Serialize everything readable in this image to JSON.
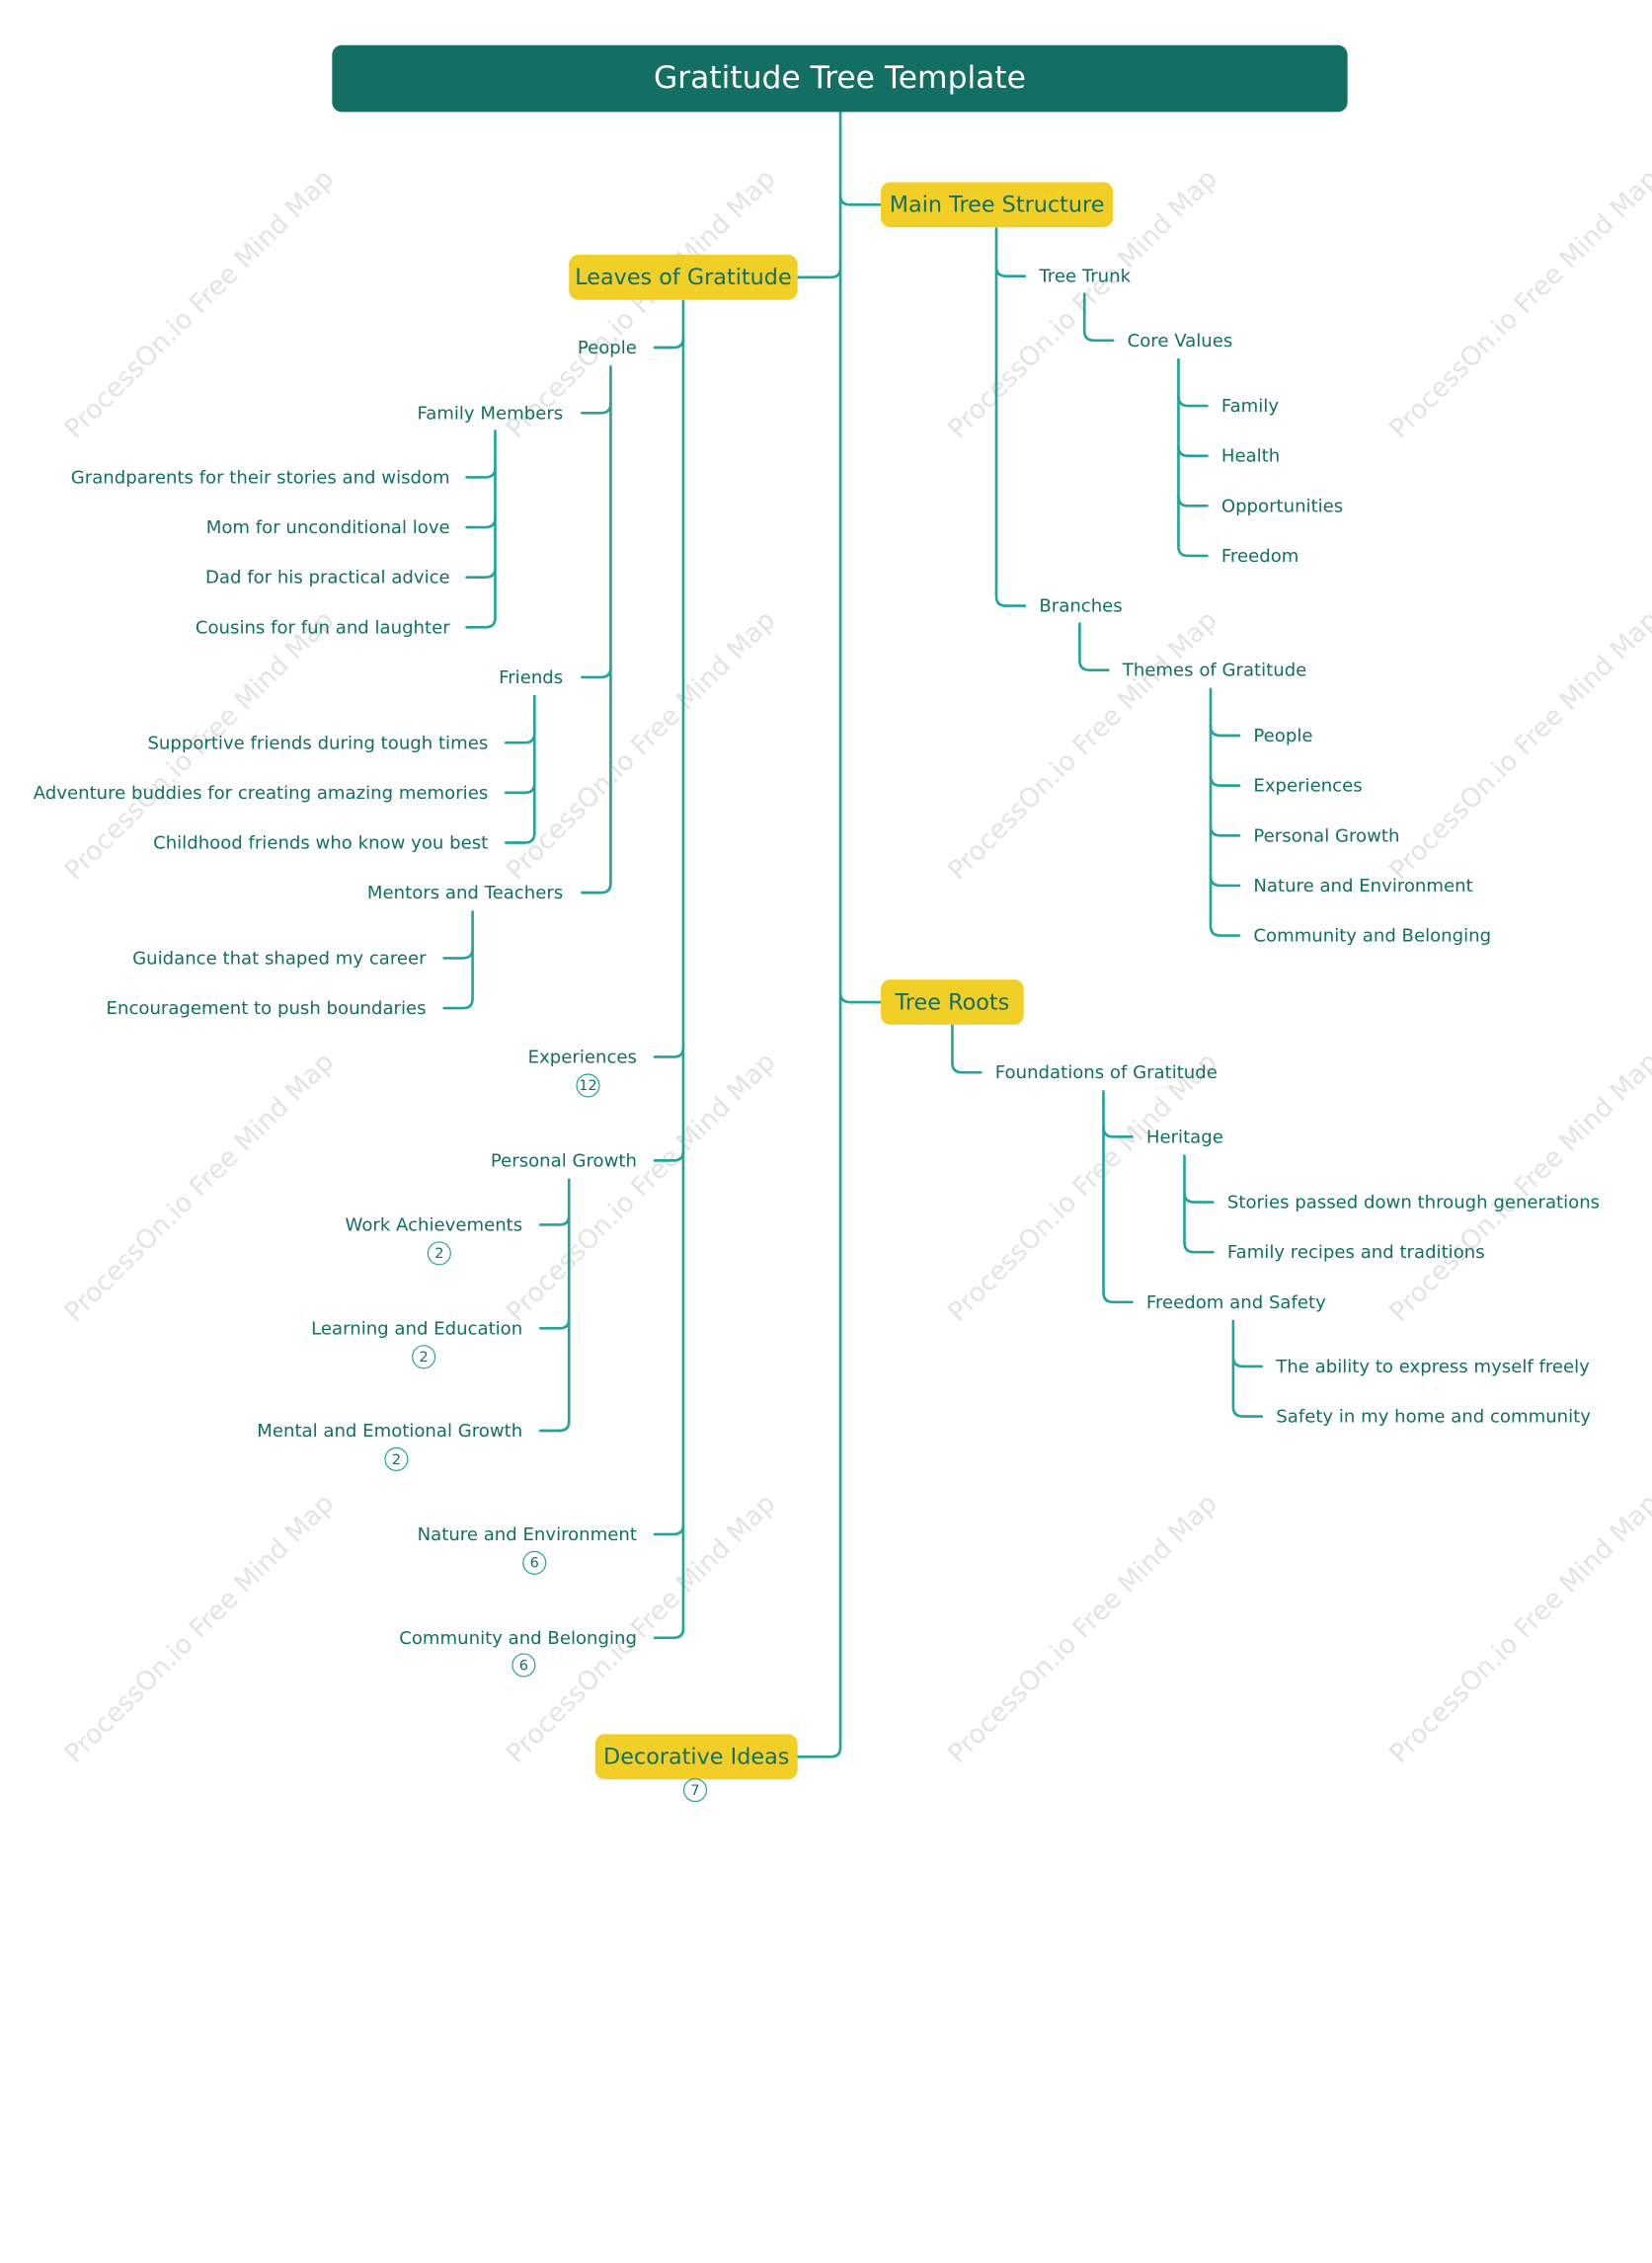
{
  "watermark": "ProcessOn.io Free Mind Map",
  "colors": {
    "root_bg": "#136e63",
    "main_bg": "#f2cf27",
    "text": "#136e63",
    "line": "#26a398"
  },
  "root": {
    "label": "Gratitude Tree Template"
  },
  "main": {
    "structure": "Main Tree Structure",
    "leaves": "Leaves of Gratitude",
    "roots": "Tree Roots",
    "decor": "Decorative Ideas"
  },
  "structure": {
    "trunk": "Tree Trunk",
    "core_values": "Core Values",
    "values": [
      "Family",
      "Health",
      "Opportunities",
      "Freedom"
    ],
    "branches": "Branches",
    "themes": "Themes of Gratitude",
    "theme_items": [
      "People",
      "Experiences",
      "Personal Growth",
      "Nature and Environment",
      "Community and Belonging"
    ]
  },
  "roots": {
    "foundations": "Foundations of Gratitude",
    "heritage": "Heritage",
    "heritage_items": [
      "Stories passed down through generations",
      "Family recipes and traditions"
    ],
    "freedom": "Freedom and Safety",
    "freedom_items": [
      "The ability to express myself freely",
      "Safety in my home and community"
    ]
  },
  "leaves": {
    "people": "People",
    "family": "Family Members",
    "family_items": [
      "Grandparents for their stories and wisdom",
      "Mom for unconditional love",
      "Dad for his practical advice",
      "Cousins for fun and laughter"
    ],
    "friends": "Friends",
    "friends_items": [
      "Supportive friends during tough times",
      "Adventure buddies for creating amazing memories",
      "Childhood friends who know you best"
    ],
    "mentors": "Mentors and Teachers",
    "mentors_items": [
      "Guidance that shaped my career",
      "Encouragement to push boundaries"
    ],
    "experiences": "Experiences",
    "experiences_count": "12",
    "growth": "Personal Growth",
    "work": "Work Achievements",
    "work_count": "2",
    "learning": "Learning and Education",
    "learning_count": "2",
    "mental": "Mental and Emotional Growth",
    "mental_count": "2",
    "nature": "Nature and Environment",
    "nature_count": "6",
    "community": "Community and Belonging",
    "community_count": "6"
  },
  "decor_count": "7"
}
